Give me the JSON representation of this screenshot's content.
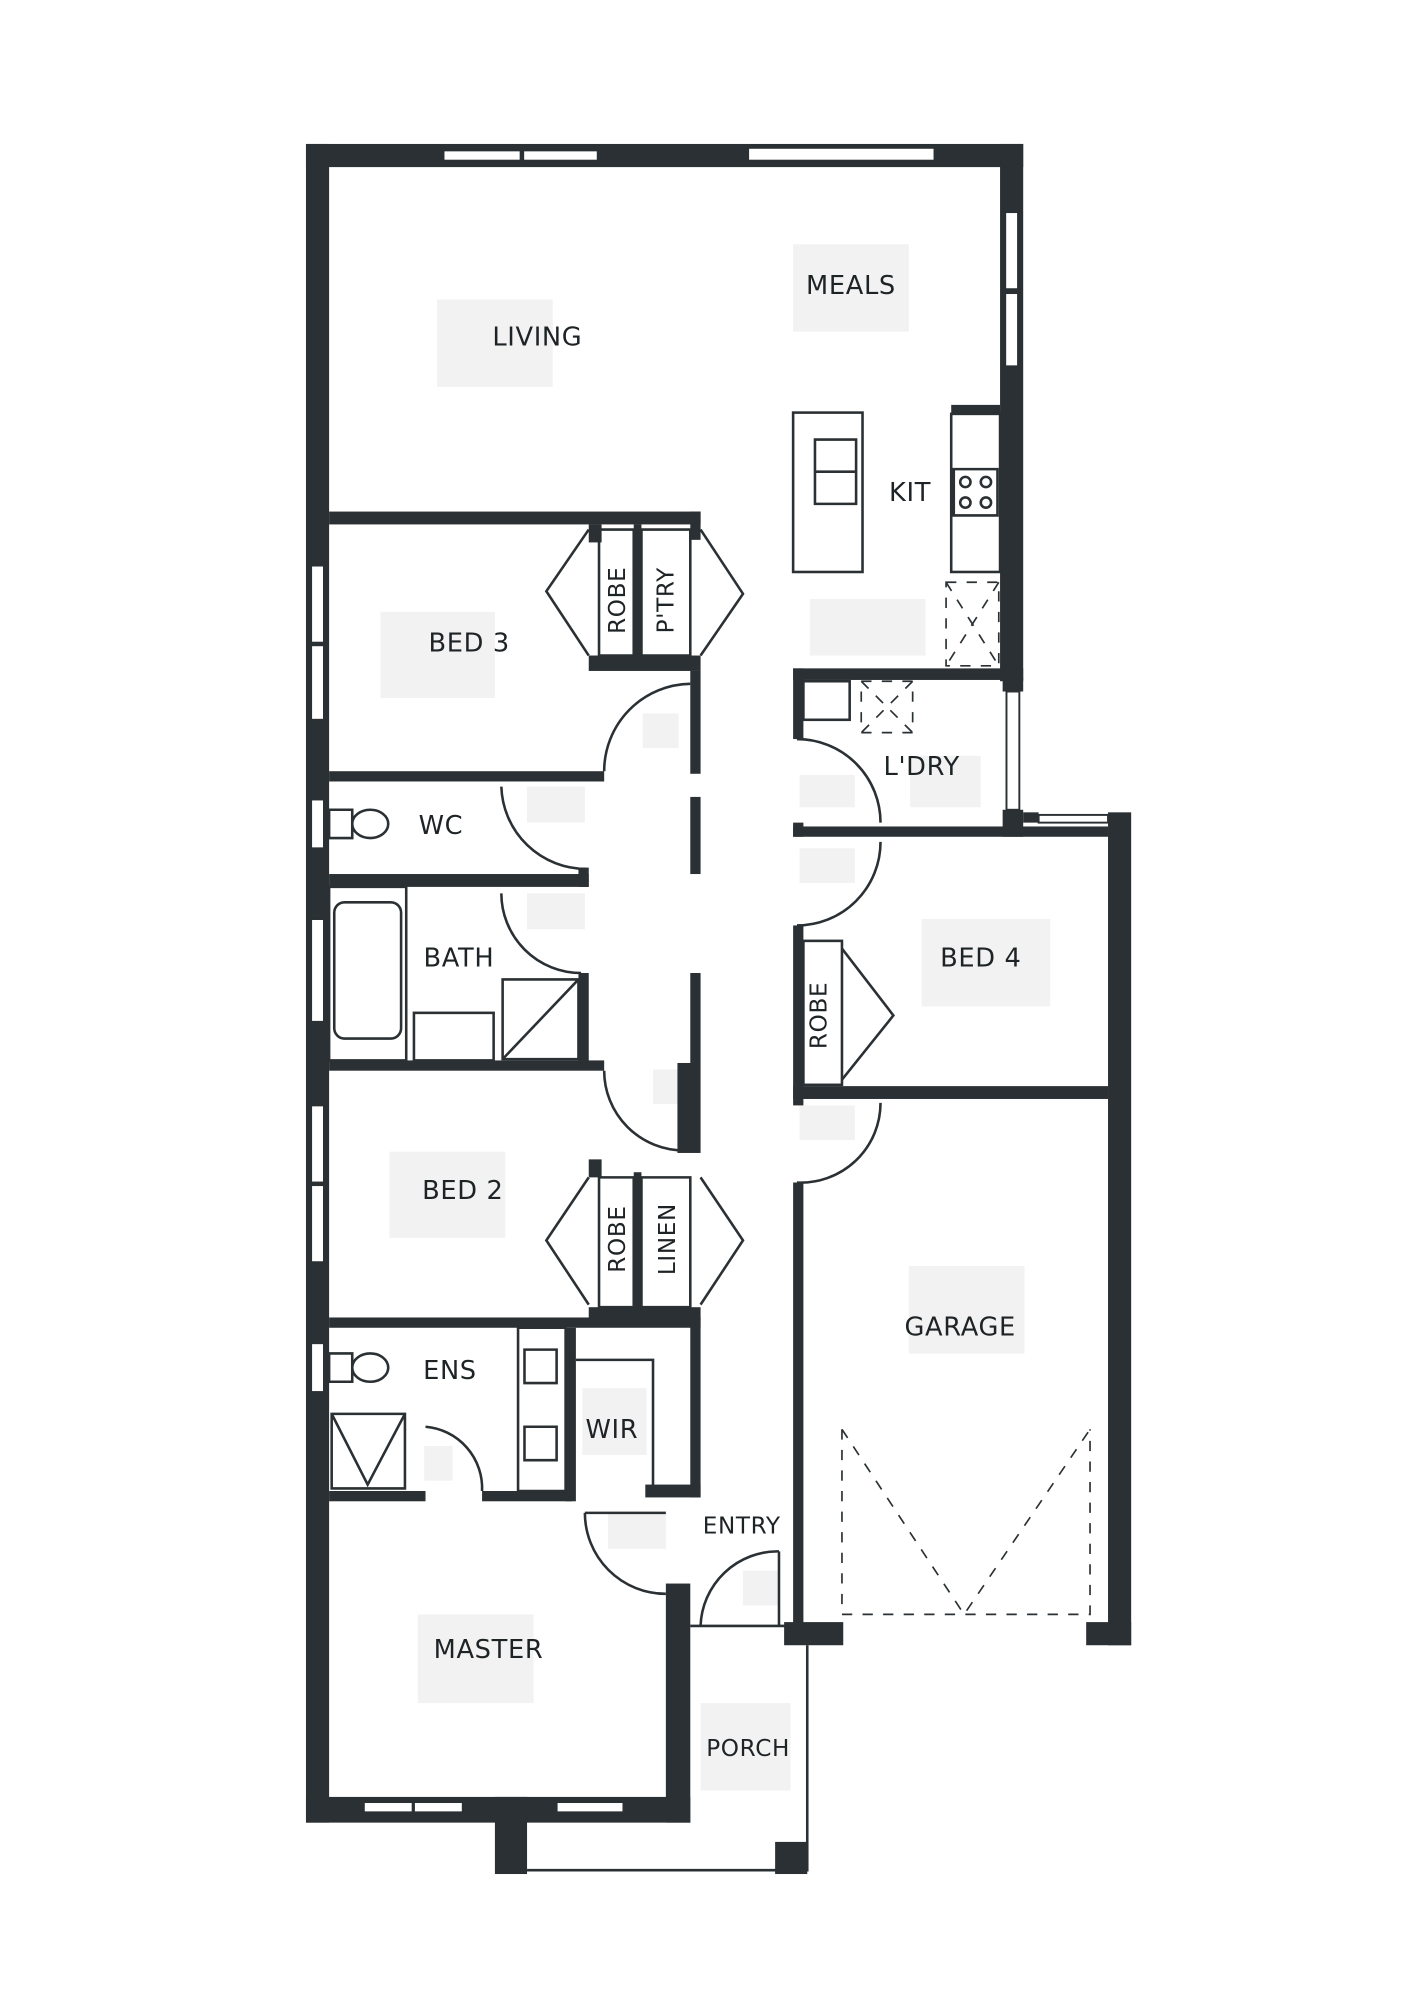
{
  "plan": {
    "rooms": {
      "living": "LIVING",
      "meals": "MEALS",
      "kit": "KIT",
      "bed3": "BED 3",
      "robe_bed3": "ROBE",
      "pantry": "P'TRY",
      "wc": "WC",
      "bath": "BATH",
      "laundry": "L'DRY",
      "bed4": "BED 4",
      "robe_bed4": "ROBE",
      "bed2": "BED 2",
      "robe_bed2": "ROBE",
      "linen": "LINEN",
      "garage": "GARAGE",
      "ens": "ENS",
      "wir": "WIR",
      "entry": "ENTRY",
      "master": "MASTER",
      "porch": "PORCH"
    },
    "colors": {
      "wall": "#2a3033",
      "label_box": "#f2f2f2"
    }
  }
}
